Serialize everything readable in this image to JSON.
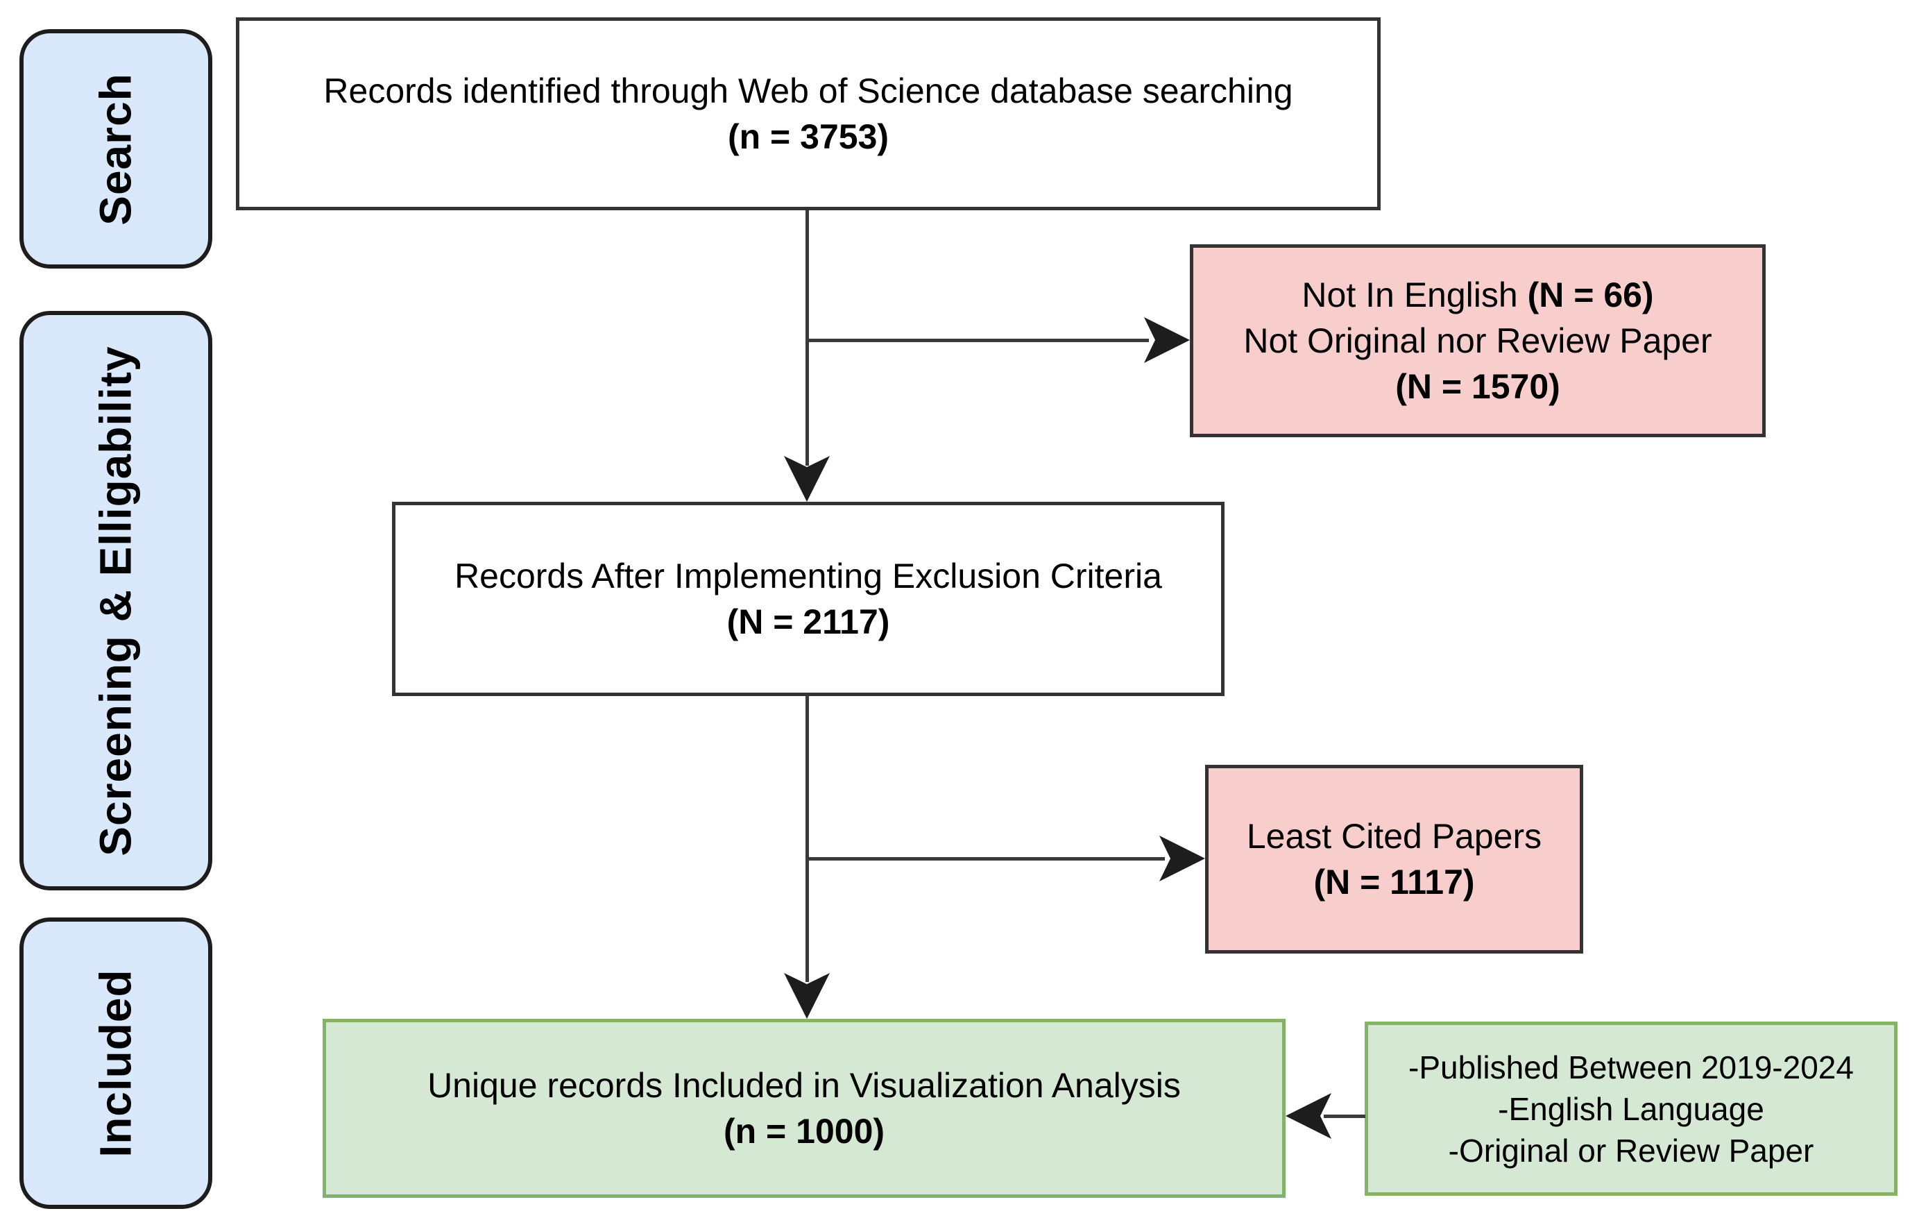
{
  "diagram": {
    "stages": [
      {
        "label": "Search"
      },
      {
        "label": "Screening & Elligability"
      },
      {
        "label": "Included"
      }
    ],
    "nodes": {
      "identified": {
        "line1": "Records identified through Web of Science database searching",
        "count": "(n = 3753)"
      },
      "excluded_language": {
        "line1_label": "Not In English ",
        "line1_count": "(N = 66)",
        "line2": "Not Original nor Review Paper",
        "count": "(N = 1570)"
      },
      "after_exclusion": {
        "line1": "Records After Implementing Exclusion Criteria",
        "count": "(N = 2117)"
      },
      "excluded_least_cited": {
        "line1": "Least Cited Papers",
        "count": "(N = 1117)"
      },
      "included": {
        "line1": "Unique records Included in Visualization Analysis",
        "count": "(n = 1000)"
      },
      "criteria": {
        "line1": "-Published Between 2019-2024",
        "line2": "-English Language",
        "line3": "-Original or Review Paper"
      }
    },
    "colors": {
      "stage_fill": "#dae8fc",
      "stage_border": "#1d1d1d",
      "exclude_fill": "#f8cecc",
      "include_fill": "#d5e8d4",
      "include_border": "#82b366",
      "box_border": "#333333",
      "line": "#3a3a3a",
      "text": "#000000",
      "background": "#ffffff"
    }
  }
}
